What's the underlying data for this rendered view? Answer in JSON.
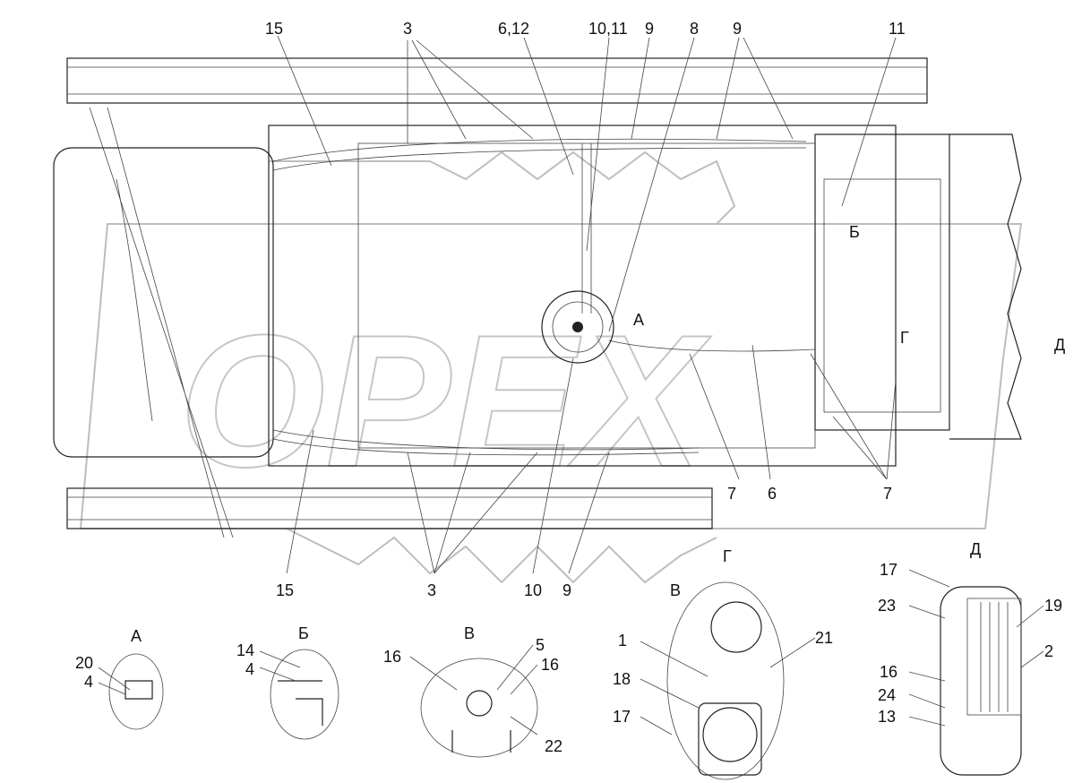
{
  "watermark": "OPEX",
  "callouts_top": [
    "15",
    "3",
    "6,12",
    "10,11",
    "9",
    "8",
    "9",
    "11"
  ],
  "callouts_main": [
    "А",
    "Б",
    "Г",
    "Д",
    "7",
    "6",
    "7",
    "15",
    "3",
    "10",
    "9",
    "В",
    "Г",
    "Д"
  ],
  "detail_views": {
    "A": {
      "title": "А",
      "labels": [
        "20",
        "4"
      ]
    },
    "B": {
      "title": "Б",
      "labels": [
        "14",
        "4"
      ]
    },
    "V": {
      "title": "В",
      "labels": [
        "16",
        "5",
        "16",
        "22"
      ]
    },
    "G": {
      "labels": [
        "1",
        "21",
        "18",
        "17"
      ]
    },
    "D": {
      "labels": [
        "17",
        "19",
        "23",
        "2",
        "16",
        "24",
        "13"
      ]
    }
  }
}
